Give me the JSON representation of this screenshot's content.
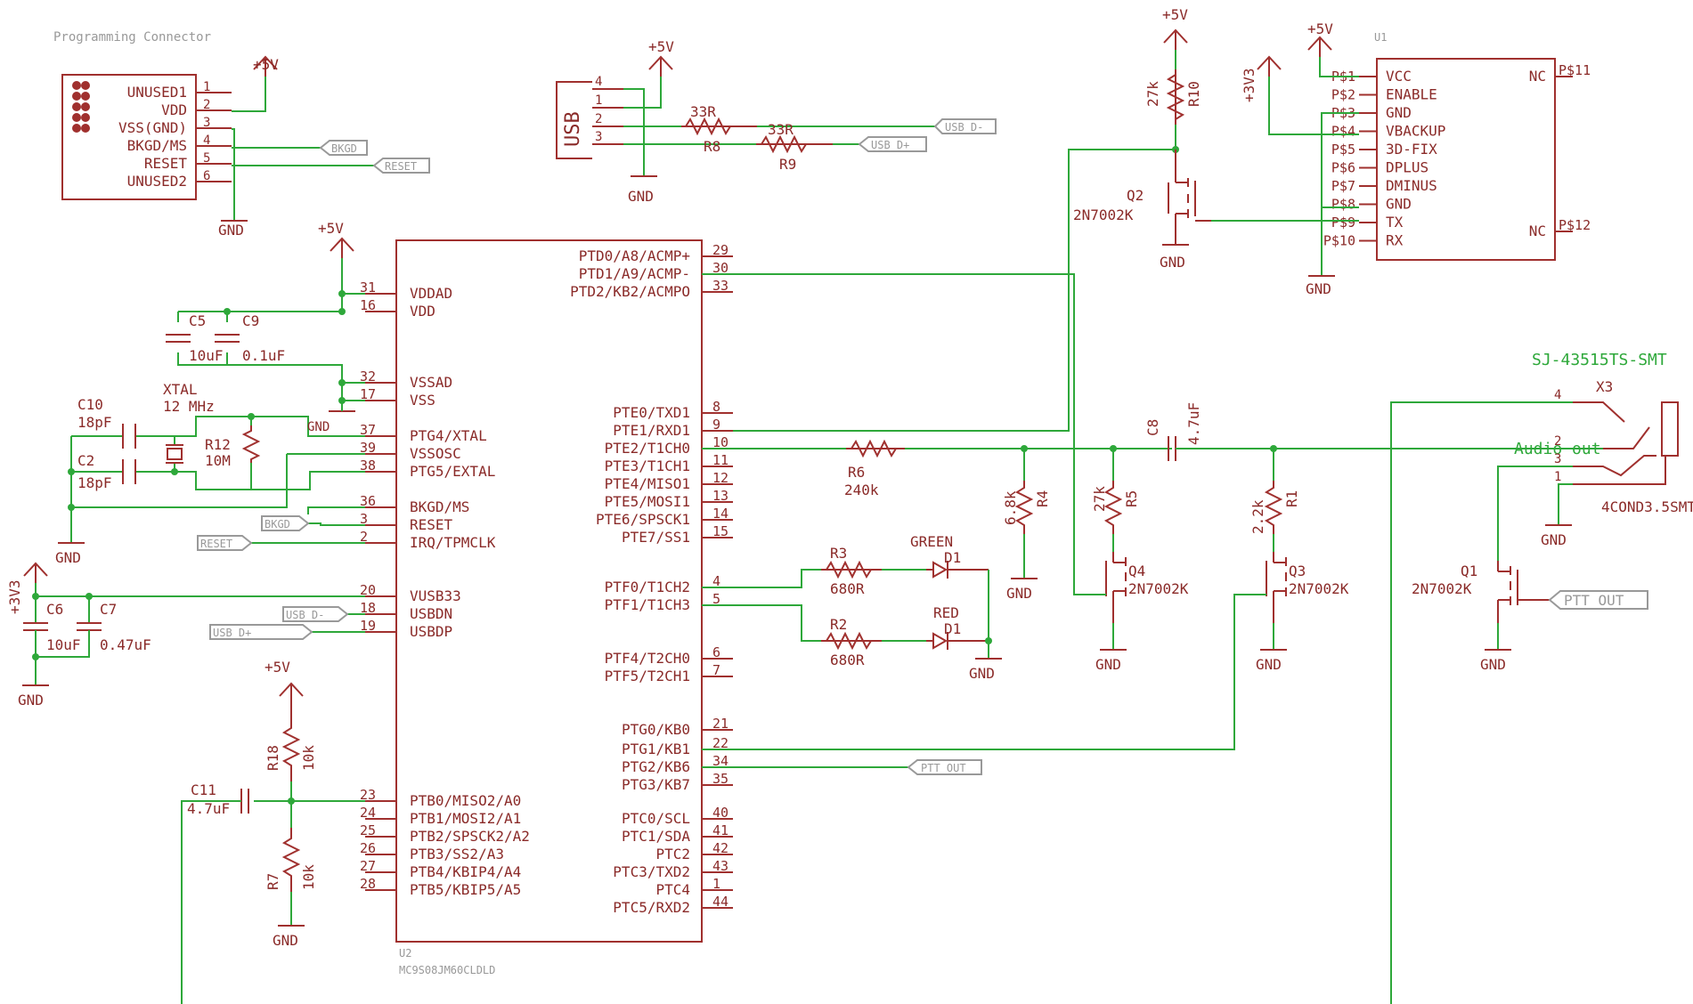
{
  "labels": {
    "prog_title": "Programming Connector",
    "plus5v": "+5V",
    "plus3v3": "+3V3",
    "gnd": "GND",
    "usb": "USB",
    "x3_name": "X3",
    "jack_title": "SJ-43515TS-SMT",
    "jack_part": "4COND3.5SMT",
    "audio_out": "Audio out",
    "u1": "U1",
    "u2": "U2",
    "u2_part": "MC9S08JM60CLDLD",
    "xtal": "XTAL",
    "xtal_freq": "12 MHz",
    "green": "GREEN",
    "red": "RED"
  },
  "prog_pins": [
    "UNUSED1",
    "VDD",
    "VSS(GND)",
    "BKGD/MS",
    "RESET",
    "UNUSED2"
  ],
  "prog_nums": [
    "1",
    "2",
    "3",
    "4",
    "5",
    "6"
  ],
  "usb_nums": [
    "4",
    "1",
    "2",
    "3"
  ],
  "net_flags": {
    "bkgd": "BKGD",
    "reset": "RESET",
    "usb_dm": "USB_D-",
    "usb_dp": "USB_D+",
    "ptt_out": "PTT_OUT"
  },
  "parts": {
    "r8": {
      "name": "R8",
      "value": "33R"
    },
    "r9": {
      "name": "R9",
      "value": "33R"
    },
    "r10": {
      "name": "R10",
      "value": "27k"
    },
    "q2": {
      "name": "Q2",
      "value": "2N7002K"
    },
    "c5": {
      "name": "C5",
      "value": "10uF"
    },
    "c9": {
      "name": "C9",
      "value": "0.1uF"
    },
    "c10": {
      "name": "C10",
      "value": "18pF"
    },
    "c2": {
      "name": "C2",
      "value": "18pF"
    },
    "r12": {
      "name": "R12",
      "value": "10M"
    },
    "c6": {
      "name": "C6",
      "value": "10uF"
    },
    "c7": {
      "name": "C7",
      "value": "0.47uF"
    },
    "r18": {
      "name": "R18",
      "value": "10k"
    },
    "r7": {
      "name": "R7",
      "value": "10k"
    },
    "c11": {
      "name": "C11",
      "value": "4.7uF"
    },
    "r6": {
      "name": "R6",
      "value": "240k"
    },
    "r4": {
      "name": "R4",
      "value": "6.8k"
    },
    "r5": {
      "name": "R5",
      "value": "27k"
    },
    "q4": {
      "name": "Q4",
      "value": "2N7002K"
    },
    "c8": {
      "name": "C8",
      "value": "4.7uF"
    },
    "r1": {
      "name": "R1",
      "value": "2.2k"
    },
    "q3": {
      "name": "Q3",
      "value": "2N7002K"
    },
    "q1": {
      "name": "Q1",
      "value": "2N7002K"
    },
    "r3": {
      "name": "R3",
      "value": "680R"
    },
    "r2": {
      "name": "R2",
      "value": "680R"
    },
    "d1": {
      "name": "D1"
    }
  },
  "u1_left": [
    "VCC",
    "ENABLE",
    "GND",
    "VBACKUP",
    "3D-FIX",
    "DPLUS",
    "DMINUS",
    "GND",
    "TX",
    "RX"
  ],
  "u1_left_pins": [
    "P$1",
    "P$2",
    "P$3",
    "P$4",
    "P$5",
    "P$6",
    "P$7",
    "P$8",
    "P$9",
    "P$10"
  ],
  "u1_right": [
    "NC",
    "NC"
  ],
  "u1_right_pins": [
    "P$11",
    "P$12"
  ],
  "u2_left": [
    "VDDAD",
    "VDD",
    "VSSAD",
    "VSS",
    "PTG4/XTAL",
    "VSSOSC",
    "PTG5/EXTAL",
    "BKGD/MS",
    "RESET",
    "IRQ/TPMCLK",
    "VUSB33",
    "USBDN",
    "USBDP",
    "PTB0/MISO2/A0",
    "PTB1/MOSI2/A1",
    "PTB2/SPSCK2/A2",
    "PTB3/SS2/A3",
    "PTB4/KBIP4/A4",
    "PTB5/KBIP5/A5"
  ],
  "u2_left_pins": [
    "31",
    "16",
    "32",
    "17",
    "37",
    "39",
    "38",
    "36",
    "3",
    "2",
    "20",
    "18",
    "19",
    "23",
    "24",
    "25",
    "26",
    "27",
    "28"
  ],
  "u2_right": [
    "PTD0/A8/ACMP+",
    "PTD1/A9/ACMP-",
    "PTD2/KB2/ACMPO",
    "PTE0/TXD1",
    "PTE1/RXD1",
    "PTE2/T1CH0",
    "PTE3/T1CH1",
    "PTE4/MISO1",
    "PTE5/MOSI1",
    "PTE6/SPSCK1",
    "PTE7/SS1",
    "PTF0/T1CH2",
    "PTF1/T1CH3",
    "PTF4/T2CH0",
    "PTF5/T2CH1",
    "PTG0/KB0",
    "PTG1/KB1",
    "PTG2/KB6",
    "PTG3/KB7",
    "PTC0/SCL",
    "PTC1/SDA",
    "PTC2",
    "PTC3/TXD2",
    "PTC4",
    "PTC5/RXD2"
  ],
  "u2_right_pins": [
    "29",
    "30",
    "33",
    "8",
    "9",
    "10",
    "11",
    "12",
    "13",
    "14",
    "15",
    "4",
    "5",
    "6",
    "7",
    "21",
    "22",
    "34",
    "35",
    "40",
    "41",
    "42",
    "43",
    "1",
    "44"
  ],
  "jack_pins": [
    "4",
    "2",
    "3",
    "1"
  ]
}
